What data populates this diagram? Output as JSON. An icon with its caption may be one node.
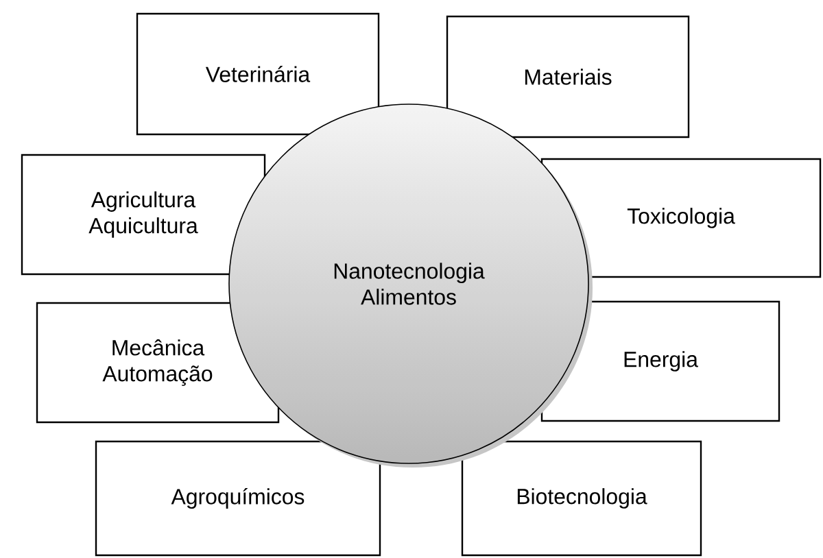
{
  "diagram": {
    "nodes": [
      {
        "text": [
          "Veterinária"
        ]
      },
      {
        "text": [
          "Materiais"
        ]
      },
      {
        "text": [
          "Agricultura Aquicultura"
        ]
      },
      {
        "text": [
          "Toxicologia"
        ]
      },
      {
        "text": [
          "Nanotecnologia Alimentos"
        ]
      },
      {
        "text": [
          "Mecânica Automação"
        ]
      },
      {
        "text": [
          "Energia"
        ]
      },
      {
        "text": [
          "Agroquímicos"
        ]
      },
      {
        "text": [
          "Biotecnologia"
        ]
      }
    ]
  }
}
